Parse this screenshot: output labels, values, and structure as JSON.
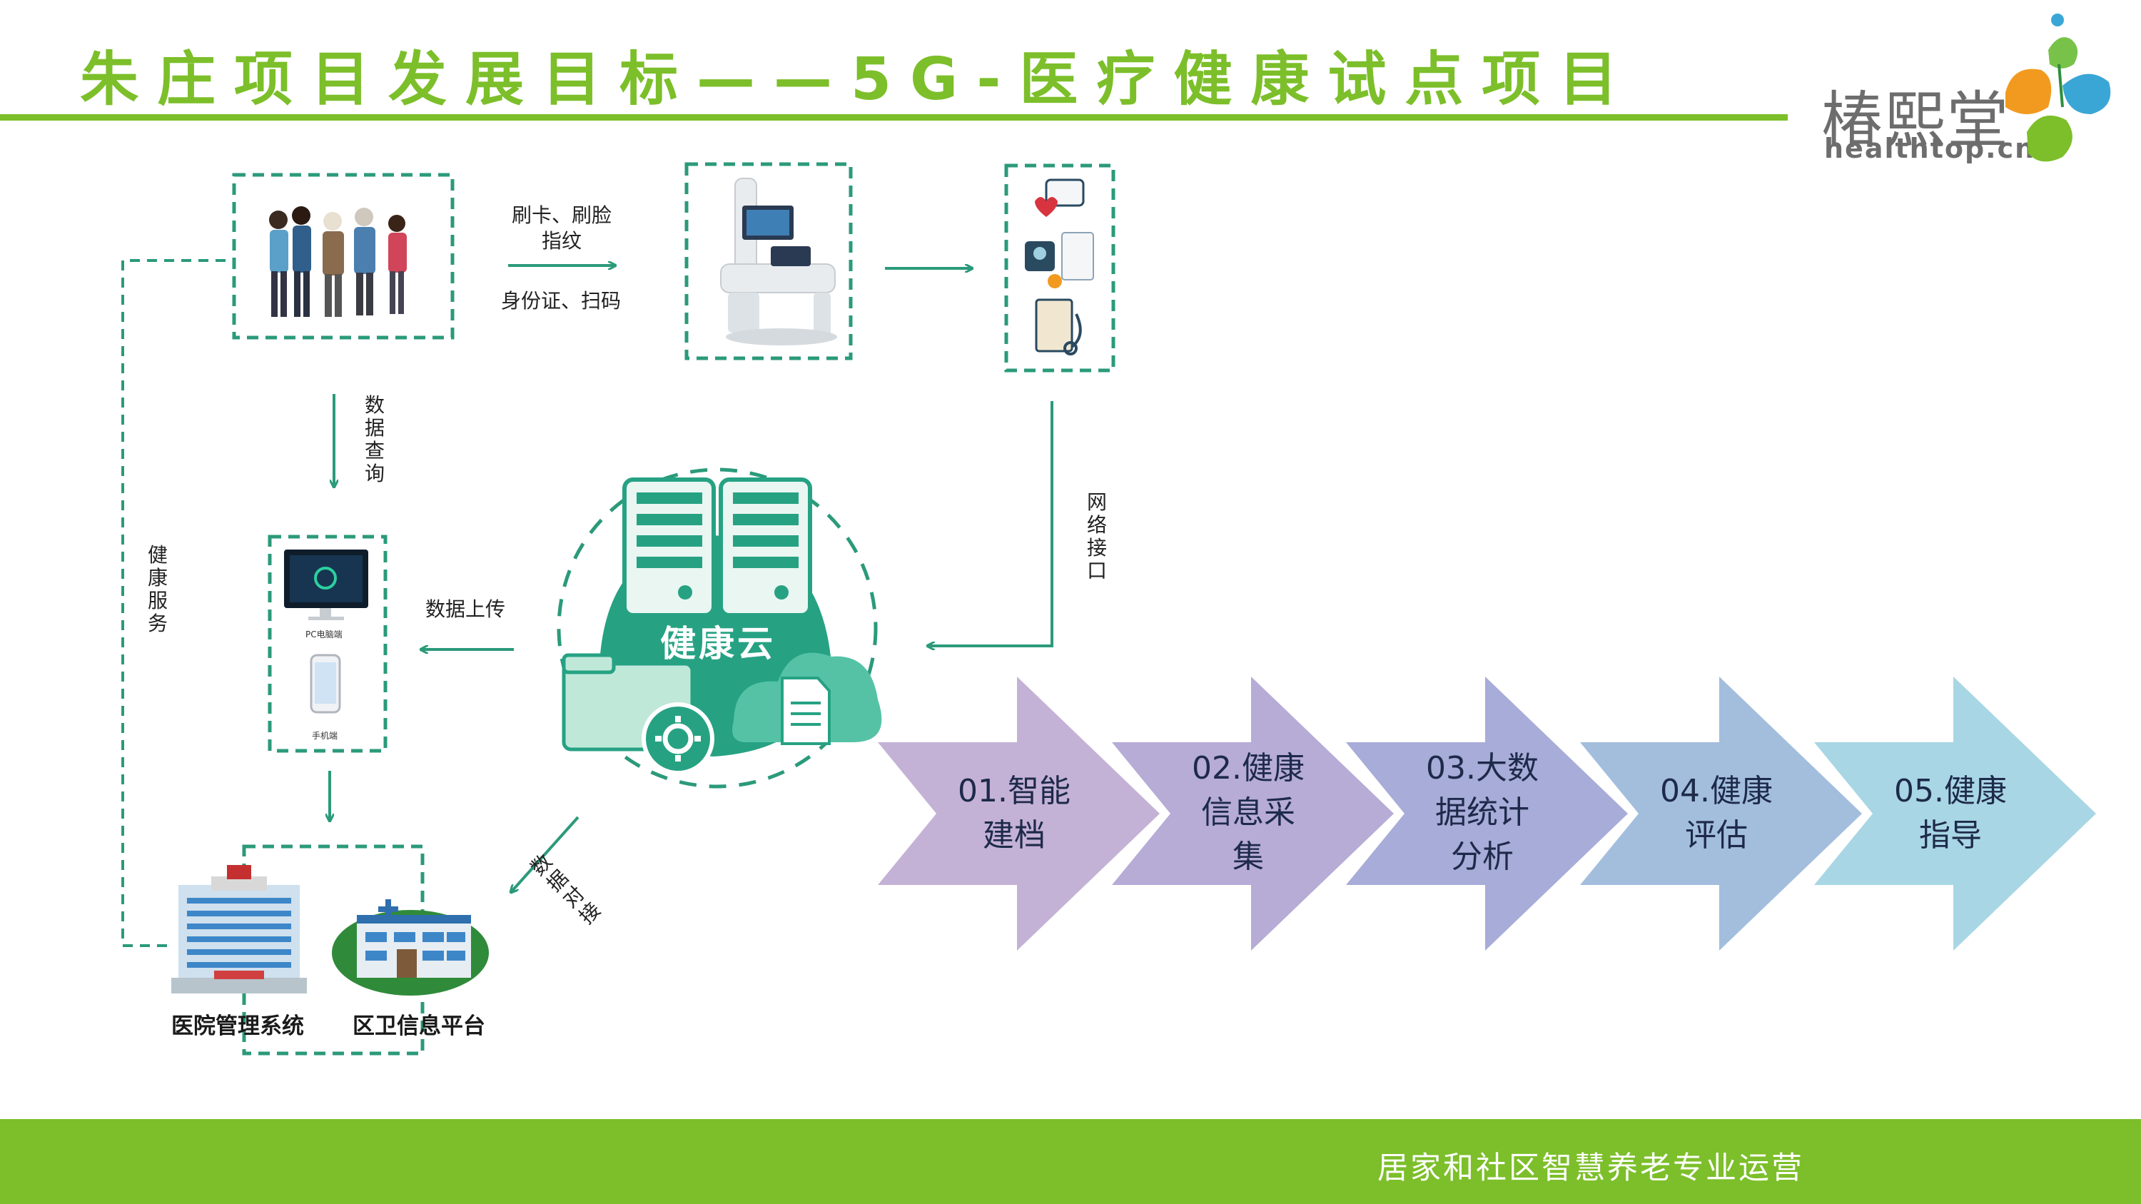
{
  "header": {
    "title": "朱庄项目发展目标——5G-医疗健康试点项目",
    "logo_text": "椿熙堂",
    "logo_sub": "healthtop.cn"
  },
  "flow": {
    "card_label": "刷卡、刷脸\n指纹",
    "id_label": "身份证、扫码",
    "query_label": "数据查询",
    "network_label": "网络接口",
    "upload_label": "数据上传",
    "connect_label": "数据对接",
    "service_label": "健康服务",
    "cloud_label": "健康云",
    "pc_label": "PC电脑端",
    "mobile_label": "手机端",
    "hospital_label": "医院管理系统",
    "district_label": "区卫信息平台"
  },
  "steps": [
    {
      "label": "01.智能建档",
      "color": "#c4b2d6"
    },
    {
      "label": "02.健康信息采集",
      "color": "#b6acd6"
    },
    {
      "label": "03.大数据统计分析",
      "color": "#a8acd8"
    },
    {
      "label": "04.健康评估",
      "color": "#a3bedd"
    },
    {
      "label": "05.健康指导",
      "color": "#a8d6e4"
    }
  ],
  "footer": {
    "text": "居家和社区智慧养老专业运营"
  },
  "colors": {
    "brand_green": "#7cbf2a",
    "teal": "#2b9a7a",
    "cloud": "#26a283"
  }
}
